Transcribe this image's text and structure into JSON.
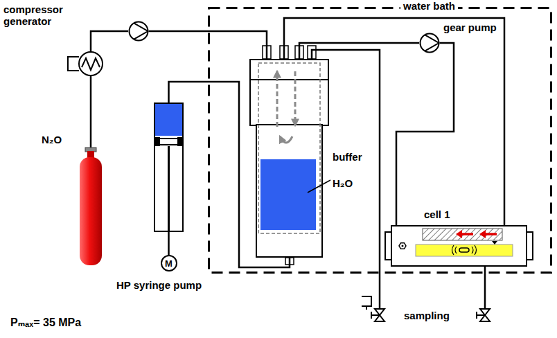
{
  "diagram": {
    "nodes": [
      {
        "text": [
          "water bath"
        ]
      },
      {
        "text": [
          "compressor generator"
        ]
      },
      {
        "text": [
          "N₂O"
        ]
      },
      {
        "text": [
          "HP syringe pump"
        ]
      },
      {
        "text": [
          "M"
        ]
      },
      {
        "text": [
          "buffer"
        ],
        "in": 0
      },
      {
        "text": [
          "H₂O"
        ],
        "in": 5
      },
      {
        "text": [
          "gear pump"
        ],
        "in": 0
      },
      {
        "text": [
          "cell 1"
        ],
        "in": 0
      }
    ],
    "edges": [
      {
        "from": 2,
        "to": 1,
        "arrow": "none"
      },
      {
        "from": 1,
        "to": 5,
        "arrow": "none"
      },
      {
        "from": 3,
        "to": 5,
        "arrow": "none"
      },
      {
        "from": 4,
        "to": 3,
        "arrow": "none"
      },
      {
        "from": 5,
        "to": 7,
        "arrow": "none"
      },
      {
        "from": 7,
        "to": 8,
        "arrow": "none"
      },
      {
        "from": 8,
        "to": 5,
        "arrow": "none"
      }
    ],
    "labels": [
      "sampling",
      "Pₘₐₓ= 35 MPa"
    ]
  }
}
